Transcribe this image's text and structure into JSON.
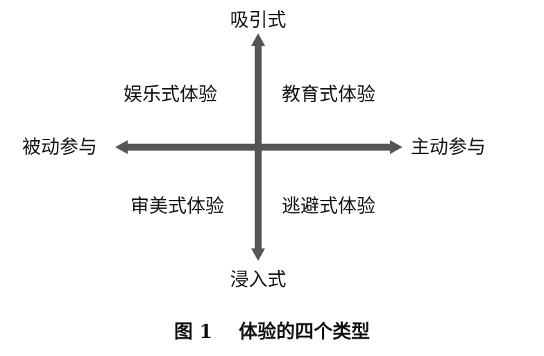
{
  "diagram": {
    "axes": {
      "top": "吸引式",
      "bottom": "浸入式",
      "left": "被动参与",
      "right": "主动参与"
    },
    "quadrants": {
      "top_left": "娱乐式体验",
      "top_right": "教育式体验",
      "bottom_left": "审美式体验",
      "bottom_right": "逃避式体验"
    },
    "arrow_color": "#555555"
  },
  "caption": {
    "number": "图 1",
    "text": "体验的四个类型"
  }
}
